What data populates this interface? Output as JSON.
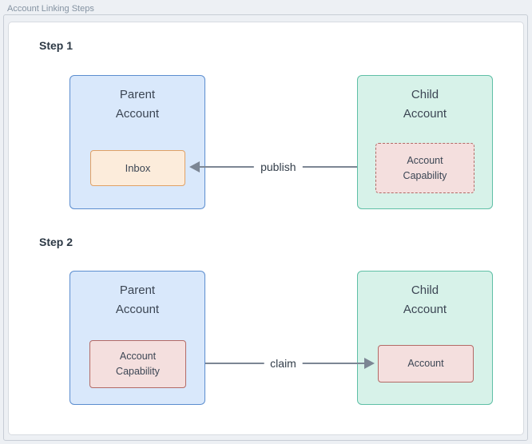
{
  "group": {
    "title": "Account Linking Steps"
  },
  "steps": [
    {
      "heading": "Step 1",
      "parent": {
        "title": "Parent\nAccount",
        "inner": "Inbox"
      },
      "child": {
        "title": "Child\nAccount",
        "inner": "Account\nCapability"
      },
      "arrow": {
        "label": "publish",
        "direction": "right-to-left"
      }
    },
    {
      "heading": "Step 2",
      "parent": {
        "title": "Parent\nAccount",
        "inner": "Account\nCapability"
      },
      "child": {
        "title": "Child\nAccount",
        "inner": "Account"
      },
      "arrow": {
        "label": "claim",
        "direction": "left-to-right"
      }
    }
  ],
  "colors": {
    "parent-fill": "#d9e8fb",
    "parent-stroke": "#5b8dcf",
    "child-fill": "#d7f2e9",
    "child-stroke": "#5fbfa6",
    "inbox-fill": "#fcecdb",
    "inbox-stroke": "#e0a165",
    "capability-fill": "#f4dfde",
    "capability-stroke": "#b36a66",
    "arrow": "#7c8694",
    "group-stroke": "#c7cdd5"
  }
}
